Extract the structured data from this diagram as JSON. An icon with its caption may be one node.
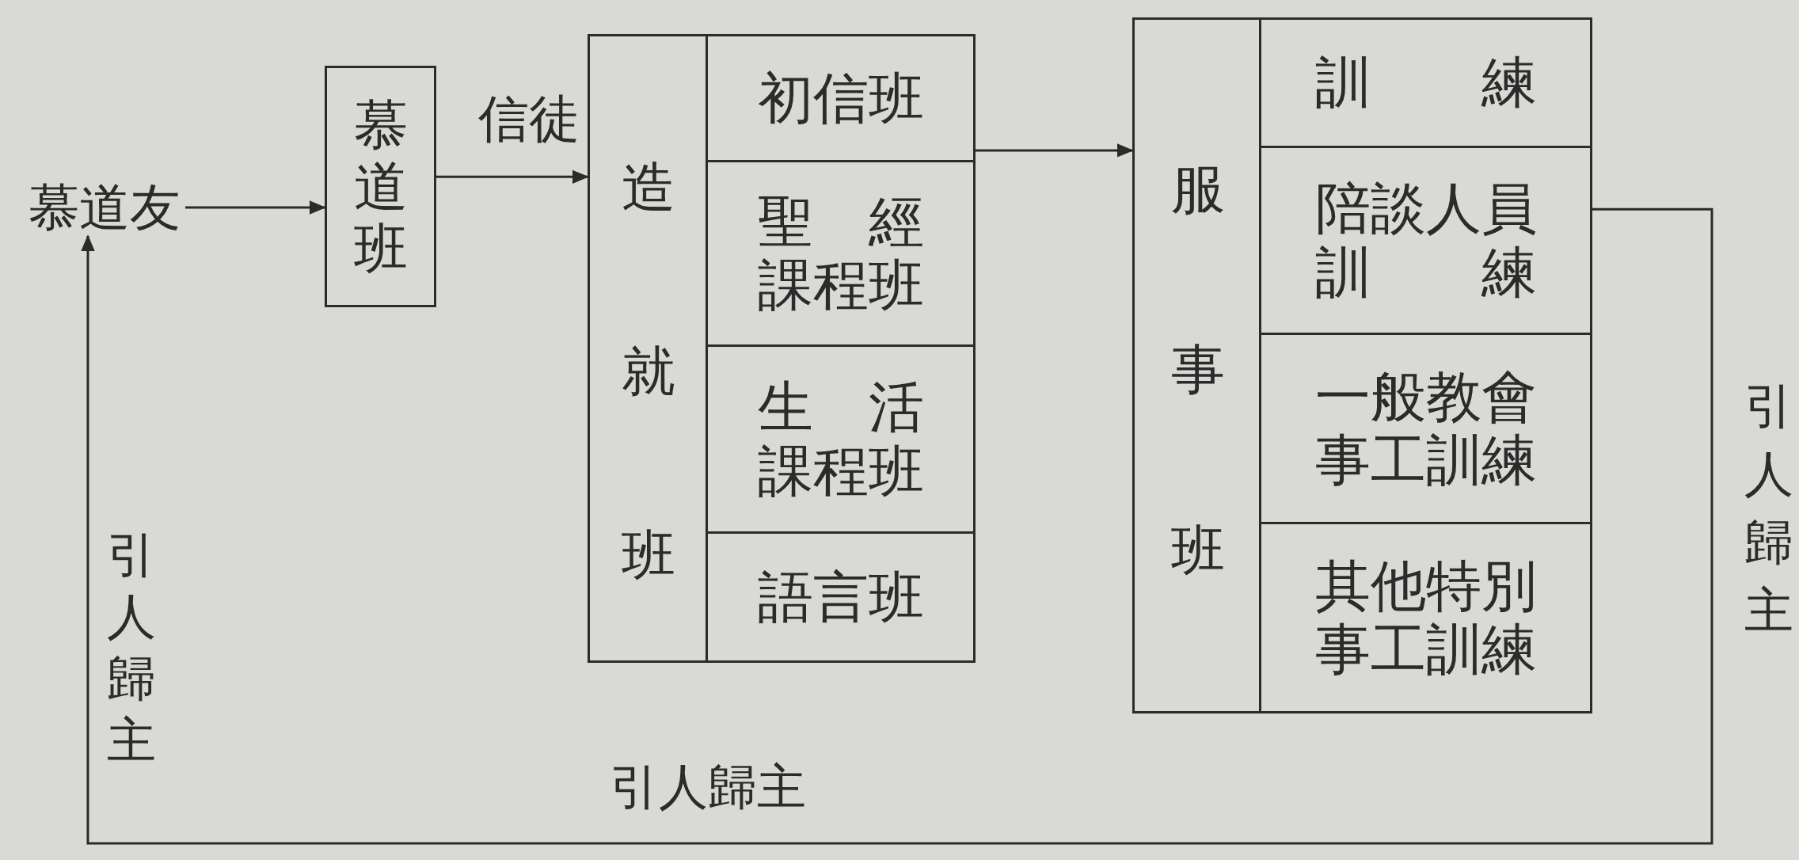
{
  "diagram": {
    "nodes": [
      {
        "text": [
          "慕道友"
        ]
      },
      {
        "text": [
          "慕道班"
        ]
      },
      {
        "text": [
          "造就班"
        ]
      },
      {
        "text": [
          "初信班"
        ],
        "in": 2
      },
      {
        "text": [
          "聖經課程班"
        ],
        "in": 2
      },
      {
        "text": [
          "生活課程班"
        ],
        "in": 2
      },
      {
        "text": [
          "語言班"
        ],
        "in": 2
      },
      {
        "text": [
          "服事班"
        ]
      },
      {
        "text": [
          "訓練"
        ],
        "in": 7
      },
      {
        "text": [
          "陪談人員訓練"
        ],
        "in": 7
      },
      {
        "text": [
          "一般教會事工訓練"
        ],
        "in": 7
      },
      {
        "text": [
          "其他特別事工訓練"
        ],
        "in": 7
      }
    ],
    "edges": [
      {
        "from": 0,
        "to": 1,
        "arrow": "to"
      },
      {
        "from": 1,
        "to": 2,
        "arrow": "to",
        "label": "信徒"
      },
      {
        "from": 2,
        "to": 7,
        "arrow": "to"
      },
      {
        "from": 9,
        "to": 0,
        "arrow": "to"
      }
    ],
    "labels": [
      "引人歸主",
      "引人歸主",
      "引人歸主"
    ]
  }
}
